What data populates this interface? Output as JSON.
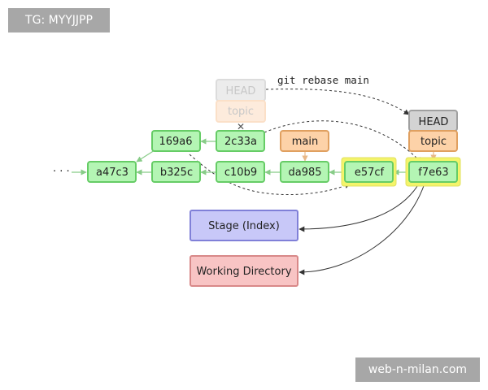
{
  "overlay_tag": "TG: MYYJJPP",
  "watermark": "web-n-milan.com",
  "command": "git rebase main",
  "ellipsis": "· · ·",
  "commits": {
    "a47c3": "a47c3",
    "b325c": "b325c",
    "c10b9": "c10b9",
    "da985": "da985",
    "e57cf": "e57cf",
    "f7e63": "f7e63",
    "169a6": "169a6",
    "2c33a": "2c33a"
  },
  "refs": {
    "main": "main",
    "head_old": "HEAD",
    "topic_old": "topic",
    "head_new": "HEAD",
    "topic_new": "topic"
  },
  "areas": {
    "stage": "Stage (Index)",
    "working_directory": "Working Directory"
  },
  "colors": {
    "commit_fill": "#b4f5b4",
    "commit_stroke": "#66cc66",
    "branch_fill": "#fdd2a8",
    "branch_stroke": "#e0a060",
    "head_fill": "#d3d3d3",
    "head_stroke": "#a0a0a0",
    "highlight": "#f4f46a",
    "stage_fill": "#c8c8f8",
    "stage_stroke": "#8080d8",
    "wd_fill": "#f8c4c4",
    "wd_stroke": "#d88888"
  }
}
